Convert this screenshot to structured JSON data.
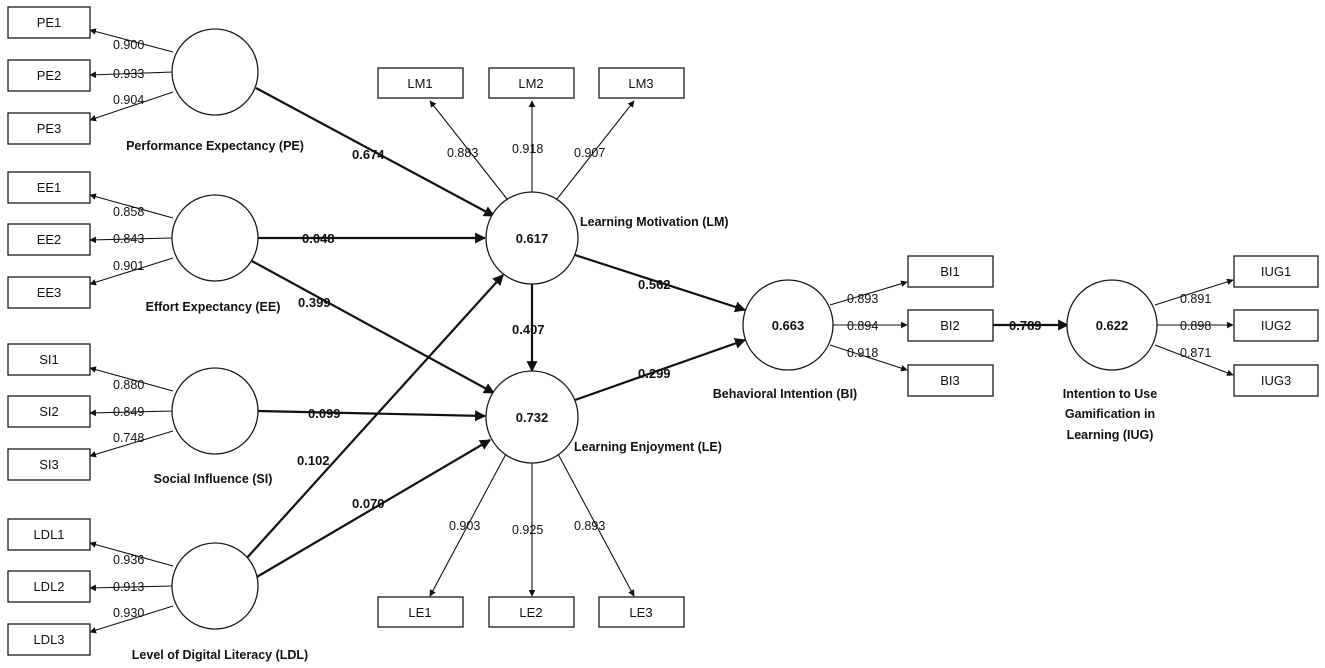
{
  "constructs": {
    "PE": {
      "name": "Performance Expectancy (PE)",
      "r2": ""
    },
    "EE": {
      "name": "Effort Expectancy (EE)",
      "r2": ""
    },
    "SI": {
      "name": "Social Influence (SI)",
      "r2": ""
    },
    "LDL": {
      "name": "Level of Digital Literacy (LDL)",
      "r2": ""
    },
    "LM": {
      "name": "Learning Motivation (LM)",
      "r2": "0.617"
    },
    "LE": {
      "name": "Learning Enjoyment (LE)",
      "r2": "0.732"
    },
    "BI": {
      "name": "Behavioral Intention (BI)",
      "r2": "0.663"
    },
    "IUG": {
      "name_lines": [
        "Intention to Use",
        "Gamification in",
        "Learning (IUG)"
      ],
      "r2": "0.622"
    }
  },
  "indicators": {
    "PE": [
      {
        "label": "PE1",
        "loading": "0.900"
      },
      {
        "label": "PE2",
        "loading": "0.933"
      },
      {
        "label": "PE3",
        "loading": "0.904"
      }
    ],
    "EE": [
      {
        "label": "EE1",
        "loading": "0.858"
      },
      {
        "label": "EE2",
        "loading": "0.843"
      },
      {
        "label": "EE3",
        "loading": "0.901"
      }
    ],
    "SI": [
      {
        "label": "SI1",
        "loading": "0.880"
      },
      {
        "label": "SI2",
        "loading": "0.849"
      },
      {
        "label": "SI3",
        "loading": "0.748"
      }
    ],
    "LDL": [
      {
        "label": "LDL1",
        "loading": "0.936"
      },
      {
        "label": "LDL2",
        "loading": "0.913"
      },
      {
        "label": "LDL3",
        "loading": "0.930"
      }
    ],
    "LM": [
      {
        "label": "LM1",
        "loading": "0.883"
      },
      {
        "label": "LM2",
        "loading": "0.918"
      },
      {
        "label": "LM3",
        "loading": "0.907"
      }
    ],
    "LE": [
      {
        "label": "LE1",
        "loading": "0.903"
      },
      {
        "label": "LE2",
        "loading": "0.925"
      },
      {
        "label": "LE3",
        "loading": "0.893"
      }
    ],
    "BI": [
      {
        "label": "BI1",
        "loading": "0.893"
      },
      {
        "label": "BI2",
        "loading": "0.894"
      },
      {
        "label": "BI3",
        "loading": "0.918"
      }
    ],
    "IUG": [
      {
        "label": "IUG1",
        "loading": "0.891"
      },
      {
        "label": "IUG2",
        "loading": "0.898"
      },
      {
        "label": "IUG3",
        "loading": "0.871"
      }
    ]
  },
  "paths": {
    "PE_LM": "0.674",
    "EE_LM": "0.048",
    "EE_LE": "0.399",
    "SI_LE": "0.099",
    "LDL_LM": "0.102",
    "LDL_LE": "0.070",
    "LM_LE": "0.407",
    "LM_BI": "0.562",
    "LE_BI": "0.299",
    "BI_IUG": "0.789"
  }
}
